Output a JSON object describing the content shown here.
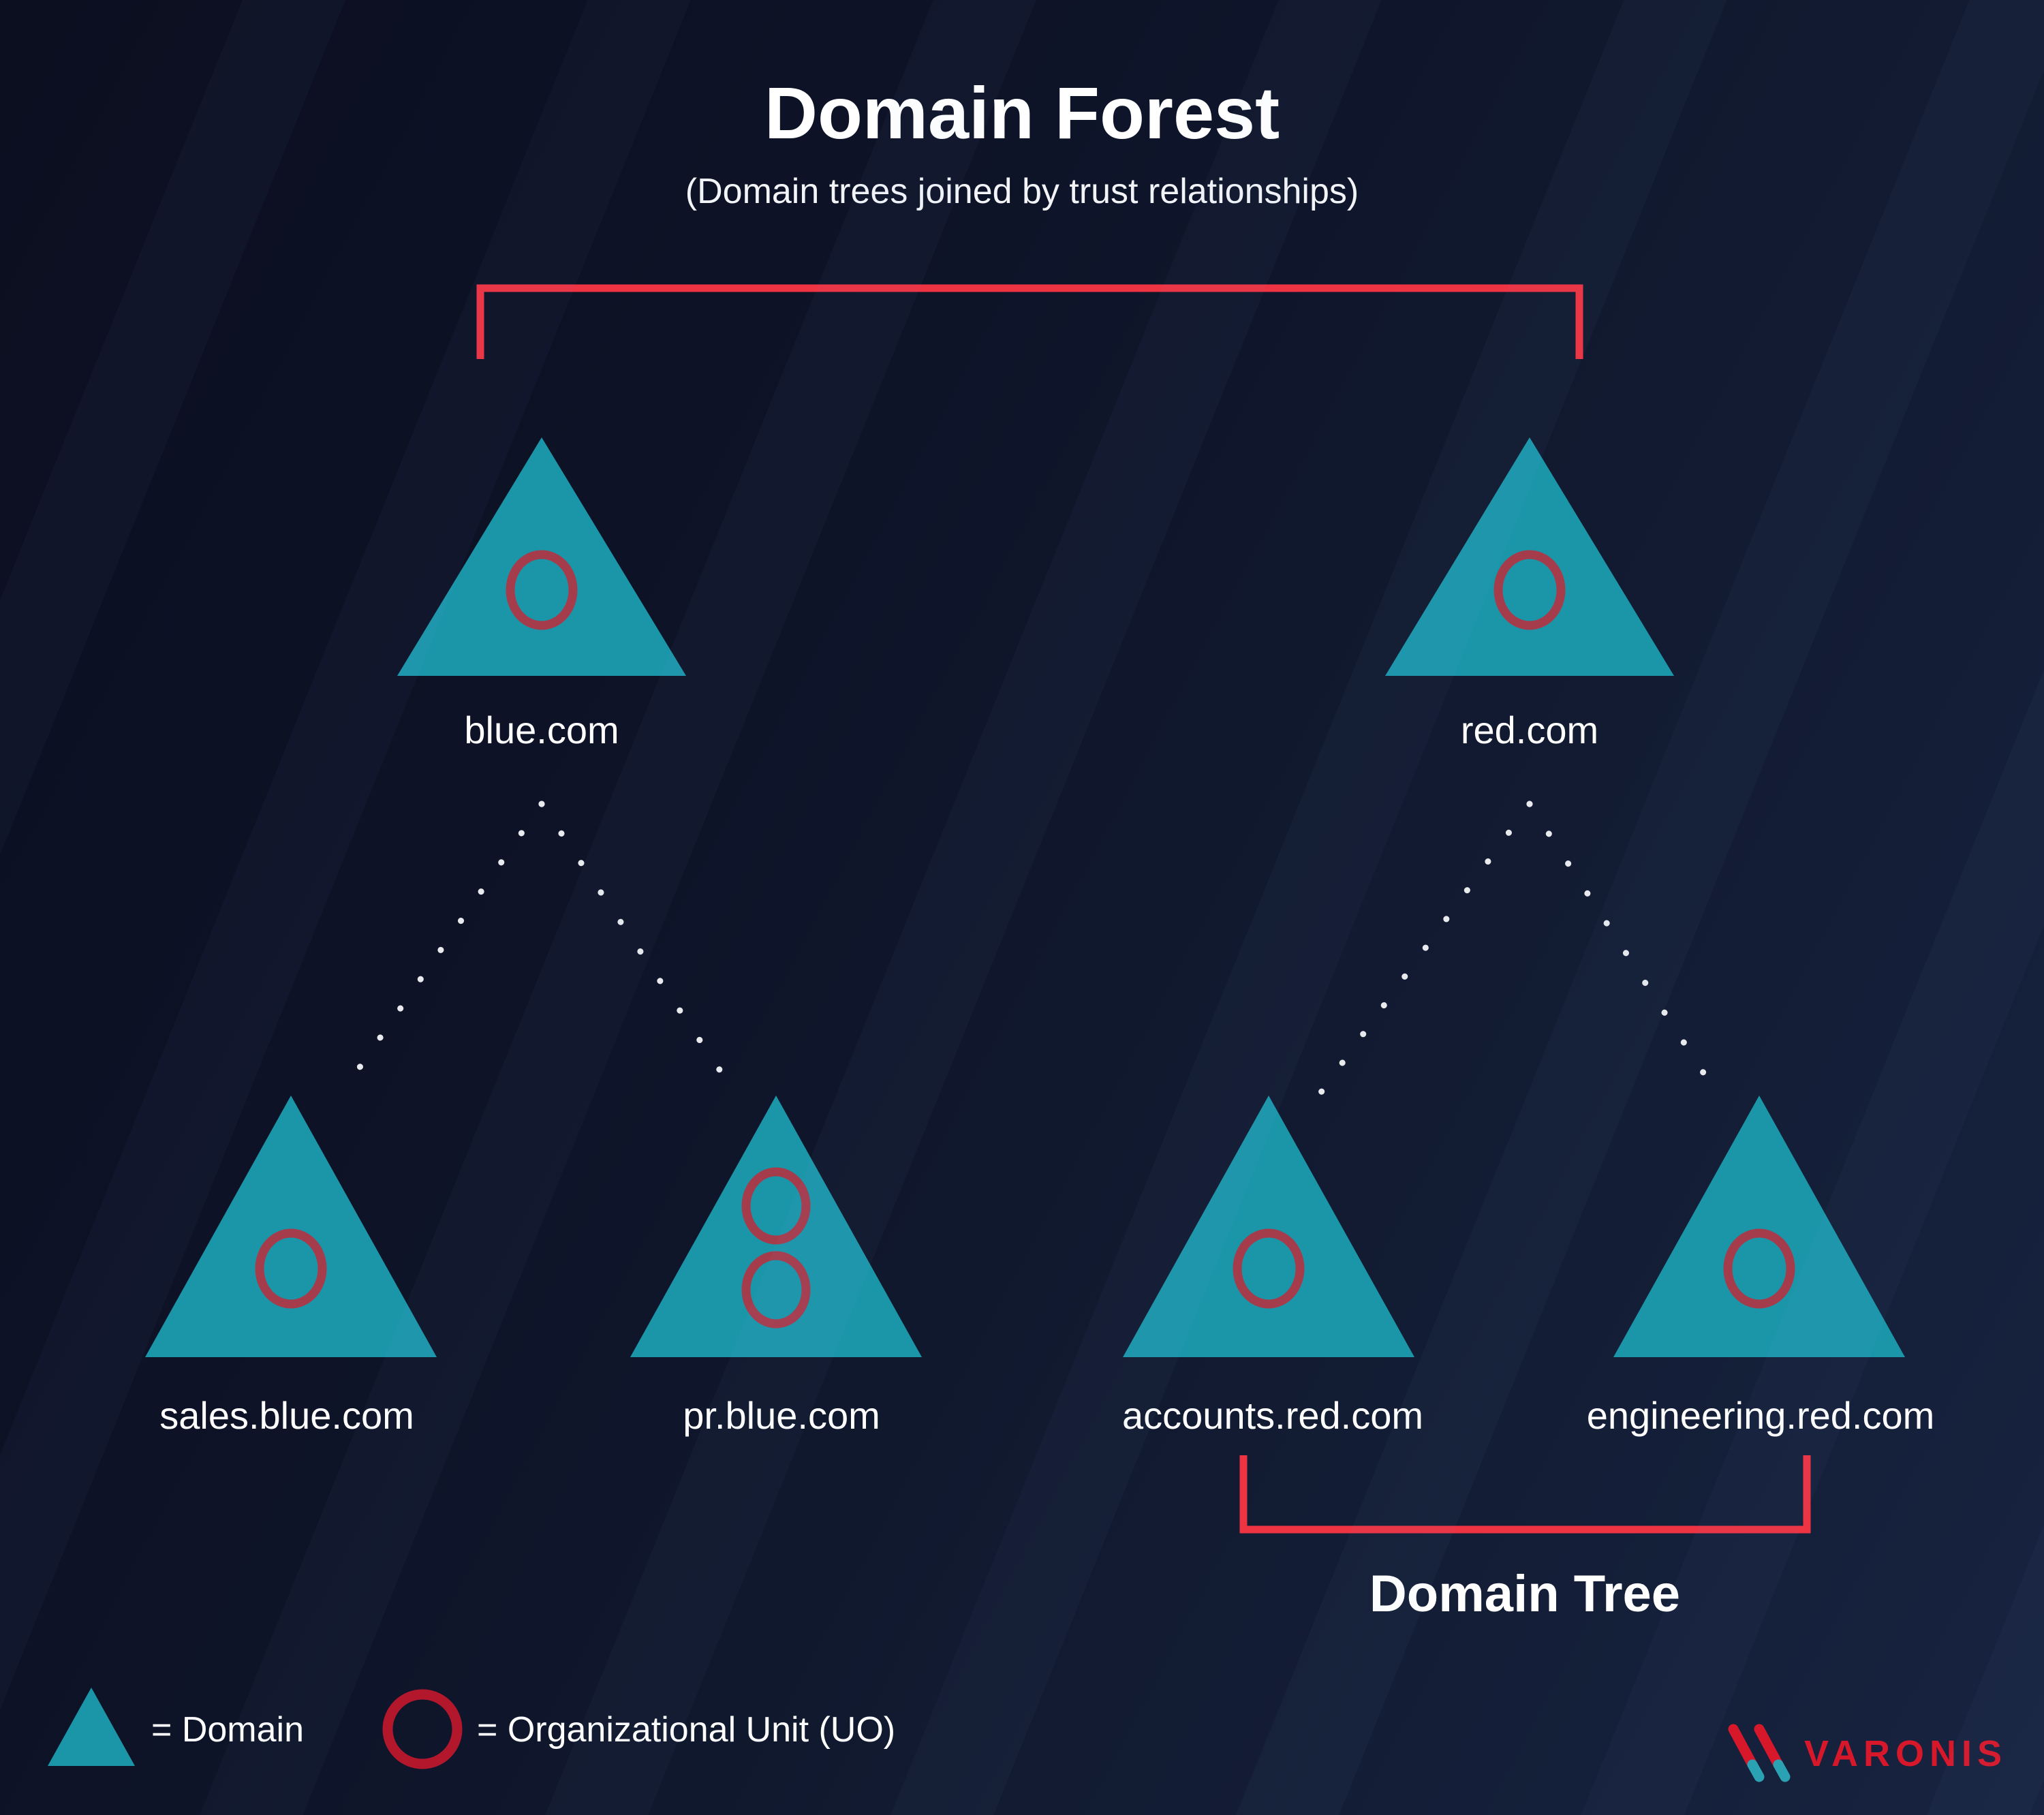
{
  "title": "Domain Forest",
  "subtitle": "(Domain trees joined by trust relationships)",
  "nodes": {
    "blue": {
      "label": "blue.com",
      "ou_count": 1
    },
    "red": {
      "label": "red.com",
      "ou_count": 1
    },
    "sales": {
      "label": "sales.blue.com",
      "ou_count": 1
    },
    "pr": {
      "label": "pr.blue.com",
      "ou_count": 2
    },
    "accounts": {
      "label": "accounts.red.com",
      "ou_count": 1
    },
    "engineering": {
      "label": "engineering.red.com",
      "ou_count": 1
    }
  },
  "structure": {
    "trust_bracket": [
      "blue.com",
      "red.com"
    ],
    "tree_edges": [
      [
        "blue.com",
        "sales.blue.com"
      ],
      [
        "blue.com",
        "pr.blue.com"
      ],
      [
        "red.com",
        "accounts.red.com"
      ],
      [
        "red.com",
        "engineering.red.com"
      ]
    ],
    "domain_tree_group": [
      "accounts.red.com",
      "engineering.red.com"
    ]
  },
  "annotations": {
    "domain_tree": "Domain Tree"
  },
  "legend": {
    "domain_label": "= Domain",
    "ou_label": "= Organizational Unit (UO)"
  },
  "brand": {
    "wordmark": "VARONIS"
  },
  "colors": {
    "bg-dark": "#0b0f20",
    "bg-light": "#172340",
    "teal": "#1b96a9",
    "ou-red": "#a53c4c",
    "bracket-red": "#ee3343",
    "legend-ou-red": "#b3172b",
    "brand-red": "#d7182b",
    "brand-teal": "#2ba1b4",
    "dot": "#e8eaed",
    "text": "#ffffff"
  }
}
